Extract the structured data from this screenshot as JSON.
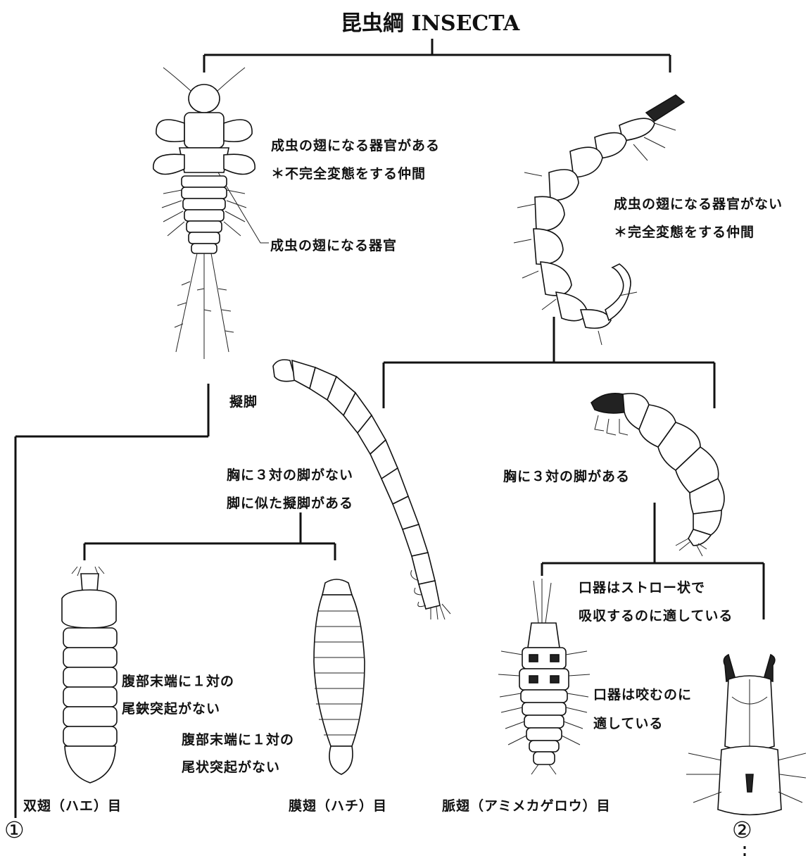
{
  "title": "昆虫綱 INSECTA",
  "labels": {
    "wing_organ_present": "成虫の翅になる器官がある",
    "incomplete_metamorphosis": "＊不完全変態をする仲間",
    "wing_organ_pointer": "成虫の翅になる器官",
    "wing_organ_absent": "成虫の翅になる器官がない",
    "complete_metamorphosis": "＊完全変態をする仲間",
    "prolegs_label": "擬脚",
    "no_three_legs": "胸に３対の脚がない",
    "has_prolegs": "脚に似た擬脚がある",
    "has_three_legs": "胸に３対の脚がある",
    "no_tail_processes_1": "腹部末端に１対の",
    "no_tail_processes_2": "尾鋏突起がない",
    "no_tail_projections_1": "腹部末端に１対の",
    "no_tail_projections_2": "尾状突起がない",
    "straw_mouth_1": "口器はストロー状で",
    "straw_mouth_2": "吸収するのに適している",
    "chewing_mouth_1": "口器は咬むのに",
    "chewing_mouth_2": "適している"
  },
  "orders": {
    "diptera": "双翅（ハエ）目",
    "hymenoptera": "膜翅（ハチ）目",
    "neuroptera": "脈翅（アミメカゲロウ）目"
  },
  "markers": {
    "left": "①",
    "right": "②"
  }
}
